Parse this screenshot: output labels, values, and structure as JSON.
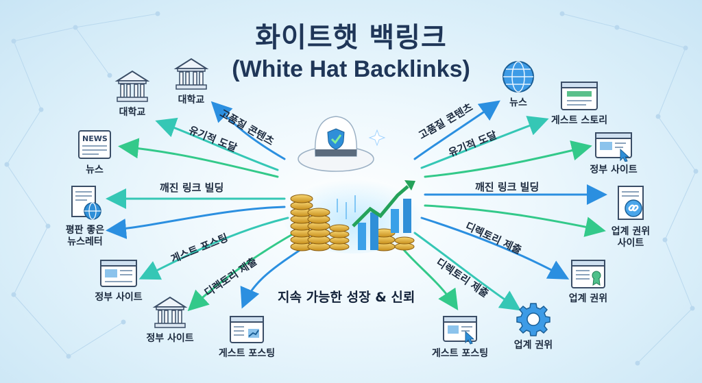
{
  "title_ko": "화이트햇 백링크",
  "title_en": "(White Hat Backlinks)",
  "center_caption": "지속 가능한 성장 & 신뢰",
  "colors": {
    "arrow_blue": "#2b8fe0",
    "arrow_teal": "#35c7b5",
    "arrow_green": "#33c98a",
    "title": "#1f3658"
  },
  "left_arrows": [
    "고품질 콘텐츠",
    "유기적 도달",
    "깨진 링크 빌딩",
    "게스트 포스팅",
    "디렉토리 제출"
  ],
  "right_arrows": [
    "고품질 콘텐츠",
    "유기적 도달",
    "깨진 링크 빌딩",
    "디렉토리 제출",
    "디렉토리 제출"
  ],
  "left_nodes": {
    "univ_top": {
      "label": "대학교",
      "icon": "university-icon"
    },
    "univ_mid": {
      "label": "대학교",
      "icon": "university-icon"
    },
    "news": {
      "label": "뉴스",
      "icon": "newspaper-icon",
      "badge": "NEWS"
    },
    "newsletter": {
      "label": "평판 좋은\n뉴스레터",
      "icon": "newsletter-icon"
    },
    "gov_site": {
      "label": "정부 사이트",
      "icon": "browser-window-icon"
    },
    "gov_site_bottom": {
      "label": "정부 사이트",
      "icon": "government-building-icon"
    },
    "guest_post_bottom": {
      "label": "게스트 포스팅",
      "icon": "browser-chart-icon"
    }
  },
  "right_nodes": {
    "news": {
      "label": "뉴스",
      "icon": "globe-icon"
    },
    "guest_story": {
      "label": "게스트 스토리",
      "icon": "browser-window-icon"
    },
    "gov_site": {
      "label": "정부 사이트",
      "icon": "browser-cursor-icon"
    },
    "industry_sites": {
      "label": "업계 권위\n사이트",
      "icon": "link-document-icon"
    },
    "industry": {
      "label": "업계 권위",
      "icon": "browser-badge-icon"
    },
    "guest_post_bottom": {
      "label": "게스트 포스팅",
      "icon": "browser-cursor-icon"
    },
    "industry_gear": {
      "label": "업계 권위",
      "icon": "gear-icon"
    }
  }
}
